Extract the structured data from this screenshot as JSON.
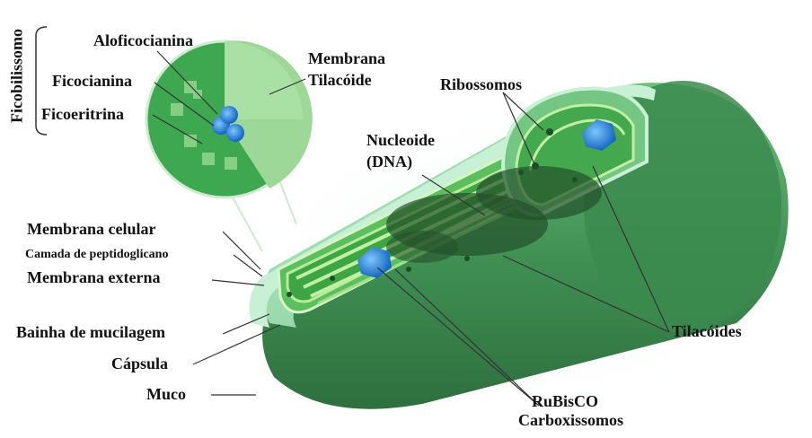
{
  "labels": {
    "ficobilissomo": "Ficobilissomo",
    "aloficocianina": "Aloficocianina",
    "ficocianina": "Ficocianina",
    "ficoeritrina": "Ficoeritrina",
    "membrana_tilacoide_line1": "Membrana",
    "membrana_tilacoide_line2": "Tilacóide",
    "ribossomos": "Ribossomos",
    "nucleoide_line1": "Nucleoide",
    "nucleoide_line2": "(DNA)",
    "membrana_celular": "Membrana celular",
    "camada_peptidoglicano": "Camada de peptidoglicano",
    "membrana_externa": "Membrana externa",
    "bainha_mucilagem": "Bainha de mucilagem",
    "capsula": "Cápsula",
    "muco": "Muco",
    "tilacoides": "Tilacóides",
    "rubisco": "RuBisCO",
    "carboxissomos": "Carboxissomos"
  },
  "colors": {
    "outer_capsule": "#4f9a5f",
    "capsule_light": "#8fd4a0",
    "thylakoid_green": "#3aa64a",
    "light_green": "#a8e09a",
    "dark_green": "#1f6b2f",
    "carboxysome_blue": "#1e7fd8",
    "nucleoid": "#24502a",
    "label_text": "#111111"
  }
}
